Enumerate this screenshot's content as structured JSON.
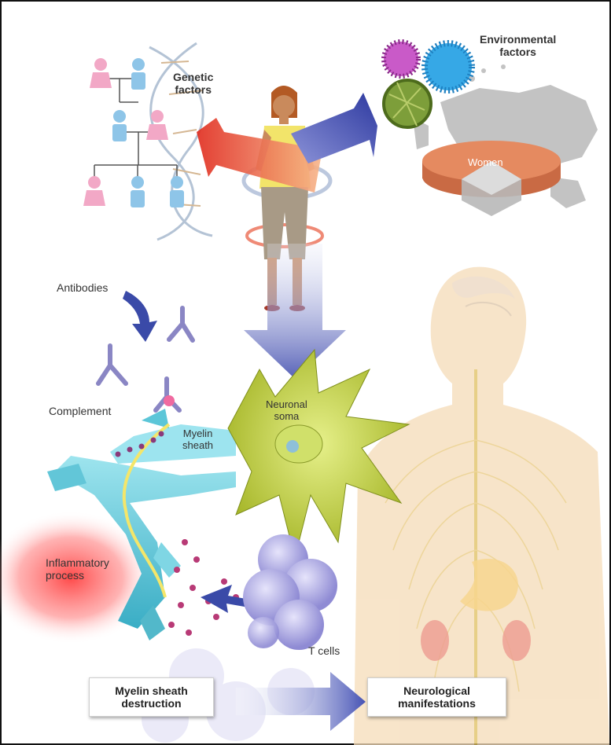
{
  "labels": {
    "genetic_line1": "Genetic",
    "genetic_line2": "factors",
    "environmental_line1": "Environmental",
    "environmental_line2": "factors",
    "women": "Women",
    "antibodies": "Antibodies",
    "complement": "Complement",
    "neuronal_line1": "Neuronal",
    "neuronal_line2": "soma",
    "myelin_line1": "Myelin",
    "myelin_line2": "sheath",
    "inflammatory_line1": "Inflammatory",
    "inflammatory_line2": "process",
    "t_cells": "T cells"
  },
  "boxes": {
    "myelin_destruction_line1": "Myelin sheath",
    "myelin_destruction_line2": "destruction",
    "neuro_line1": "Neurological",
    "neuro_line2": "manifestations"
  },
  "colors": {
    "arrow_red": "#e0402a",
    "arrow_blue": "#3a4aa8",
    "female_icon": "#f2a8c6",
    "male_icon": "#8ec5e8",
    "myelin": "#5cc6d8",
    "neuron": "#b8c83a",
    "t_cell": "#a9a6e0",
    "body_skin": "#f5dcb8",
    "nerves": "#e8c87a",
    "pie": "#e58a60"
  }
}
